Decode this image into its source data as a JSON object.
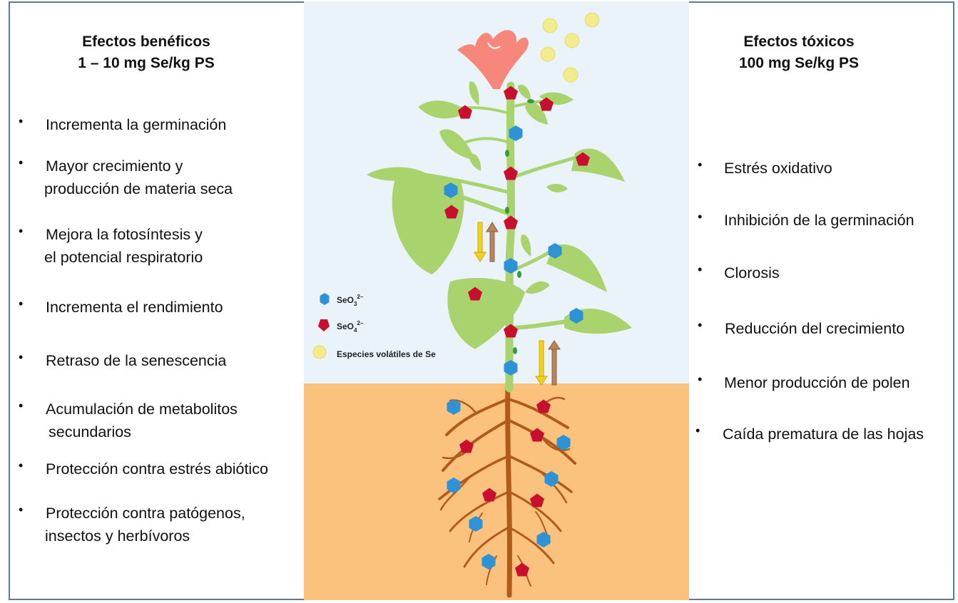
{
  "left": {
    "title_line1": "Efectos benéficos",
    "title_line2": "1 – 10 mg Se/kg PS",
    "items": [
      {
        "line1": "Incrementa la germinación",
        "line2": ""
      },
      {
        "line1": "Mayor crecimiento y",
        "line2": "producción de materia seca"
      },
      {
        "line1": "Mejora la fotosíntesis y",
        "line2": "el potencial respiratorio"
      },
      {
        "line1": "Incrementa el rendimiento",
        "line2": ""
      },
      {
        "line1": "Retraso de la senescencia",
        "line2": ""
      },
      {
        "line1": "Acumulación de metabolitos",
        "line2": "secundarios"
      },
      {
        "line1": "Protección contra estrés abiótico",
        "line2": ""
      },
      {
        "line1": "Protección contra patógenos,",
        "line2": "insectos y  herbívoros"
      }
    ]
  },
  "right": {
    "title_line1": "Efectos tóxicos",
    "title_line2": "100 mg Se/kg PS",
    "items": [
      "Estrés oxidativo",
      "Inhibición de la germinación",
      "Clorosis",
      "Reducción del crecimiento",
      "Menor producción de polen",
      "Caída prematura de las hojas"
    ]
  },
  "legend": {
    "selenite_base": "SeO",
    "selenite_sub": "3",
    "selenite_sup": "2–",
    "selenate_base": "SeO",
    "selenate_sub": "4",
    "selenate_sup": "2–",
    "volatile": "Especies volátiles de Se"
  },
  "colors": {
    "sky": "#eaf3fa",
    "soil": "#fbc27e",
    "plant": "#a9d36c",
    "plant_dark": "#8bbf4a",
    "flower": "#f7877a",
    "root": "#b05a1c",
    "selenite": "#2e93d6",
    "selenate": "#c8102e",
    "volatile": "#f3ec8c",
    "arrow_down": "#f2d21a",
    "arrow_up": "#b8855a",
    "border": "#5a7a96"
  },
  "icons": {
    "selenite": "blue-hexagon-icon",
    "selenate": "red-pentagon-icon",
    "volatile": "yellow-circle-icon"
  }
}
